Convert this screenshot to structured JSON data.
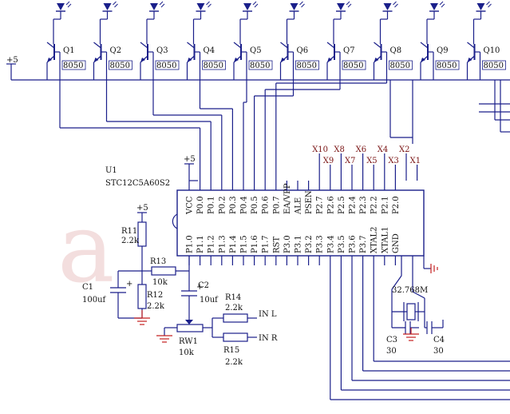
{
  "colors": {
    "wire": "#1a1f8a",
    "part": "#1a1f8a",
    "ground": "#c42020",
    "net_label": "#7a1414",
    "text": "#111111"
  },
  "watermark": "a",
  "transistors": [
    {
      "ref": "Q1",
      "type": "8050"
    },
    {
      "ref": "Q2",
      "type": "8050"
    },
    {
      "ref": "Q3",
      "type": "8050"
    },
    {
      "ref": "Q4",
      "type": "8050"
    },
    {
      "ref": "Q5",
      "type": "8050"
    },
    {
      "ref": "Q6",
      "type": "8050"
    },
    {
      "ref": "Q7",
      "type": "8050"
    },
    {
      "ref": "Q8",
      "type": "8050"
    },
    {
      "ref": "Q9",
      "type": "8050"
    },
    {
      "ref": "Q10",
      "type": "8050"
    }
  ],
  "supply": {
    "rail_label": "+5",
    "vcc_label": "+5",
    "bias_label": "+5"
  },
  "mcu": {
    "ref": "U1",
    "part": "STC12C5A60S2",
    "top_pins": [
      "VCC",
      "P0.0",
      "P0.1",
      "P0.2",
      "P0.3",
      "P0.4",
      "P0.5",
      "P0.6",
      "P0.7",
      "EA/VPP",
      "ALE",
      "PSEN",
      "P2.7",
      "P2.6",
      "P2.5",
      "P2.4",
      "P2.3",
      "P2.2",
      "P2.1",
      "P2.0"
    ],
    "bottom_pins": [
      "P1.0",
      "P1.1",
      "P1.2",
      "P1.3",
      "P1.4",
      "P1.5",
      "P1.6",
      "P1.7",
      "RST",
      "P3.0",
      "P3.1",
      "P3.2",
      "P3.3",
      "P3.4",
      "P3.5",
      "P3.6",
      "P3.7",
      "XTAL2",
      "XTAL1",
      "GND"
    ]
  },
  "net_labels_upper": [
    "X10",
    "X8",
    "X6",
    "X4",
    "X2"
  ],
  "net_labels_lower": [
    "X9",
    "X7",
    "X5",
    "X3",
    "X1"
  ],
  "components": {
    "r11": {
      "ref": "R11",
      "value": "2.2k"
    },
    "r12": {
      "ref": "R12",
      "value": "2.2k"
    },
    "r13": {
      "ref": "R13",
      "value": "10k"
    },
    "r14": {
      "ref": "R14",
      "value": "2.2k"
    },
    "r15": {
      "ref": "R15",
      "value": "2.2k"
    },
    "c1": {
      "ref": "C1",
      "value": "100uf"
    },
    "c2": {
      "ref": "C2",
      "value": "10uf"
    },
    "c3": {
      "ref": "C3",
      "value": "30"
    },
    "c4": {
      "ref": "C4",
      "value": "30"
    },
    "rw1": {
      "ref": "RW1",
      "value": "10k"
    },
    "crystal": {
      "value": "32.768M"
    }
  },
  "inputs": {
    "left": "IN L",
    "right": "IN R"
  }
}
